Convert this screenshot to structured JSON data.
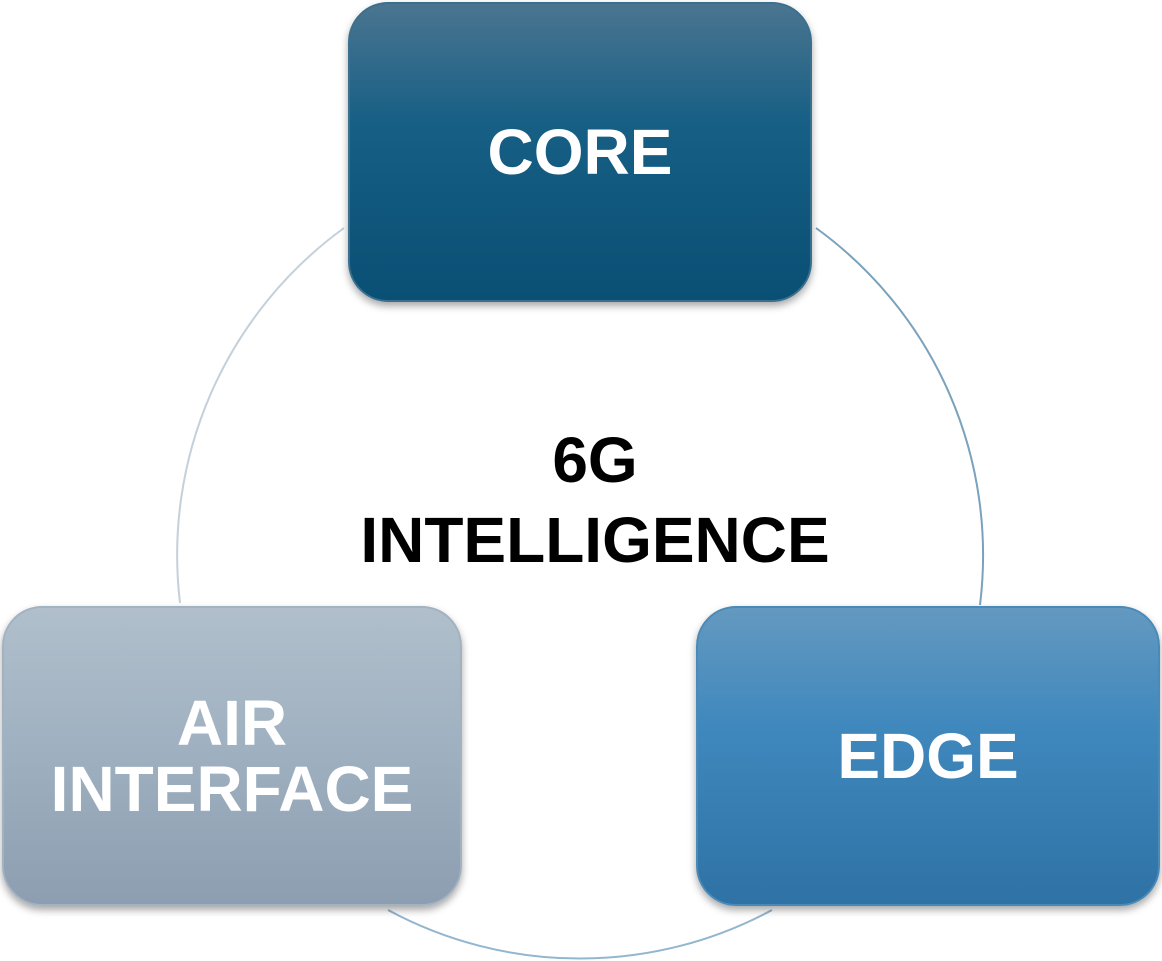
{
  "diagram": {
    "center_label": "6G\nINTELLIGENCE",
    "nodes": [
      {
        "id": "core",
        "label": "CORE",
        "color": "#0f5a80"
      },
      {
        "id": "edge",
        "label": "EDGE",
        "color": "#3c84ba"
      },
      {
        "id": "air",
        "label": "AIR\nINTERFACE",
        "color": "#9eafbf"
      }
    ],
    "ring_color": "#a9bccb"
  }
}
